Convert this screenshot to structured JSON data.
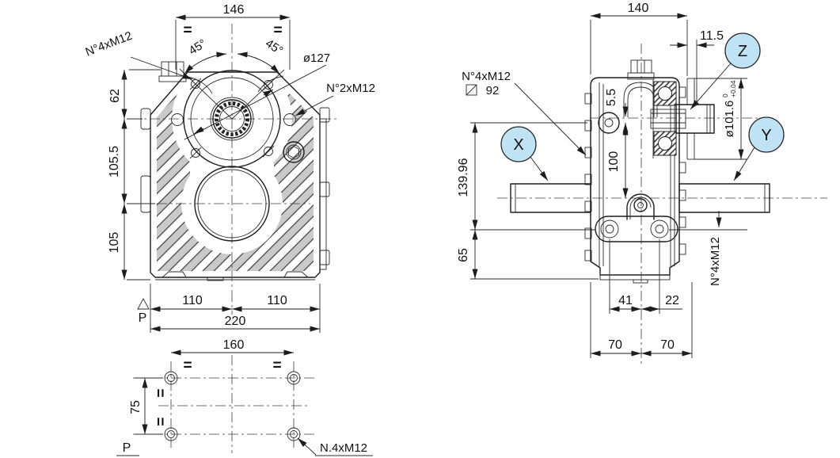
{
  "drawing_title": "gearbox-dimension-drawing",
  "colors": {
    "balloon_fill": "#bfe3f4",
    "line": "#1d1d1d"
  },
  "symmetry_mark": "=",
  "front_view": {
    "dim_width_flange": "146",
    "angle_left": "45°",
    "angle_right": "45°",
    "bolt_circle_dia": "ø127",
    "bolts_flange": "N°4xM12",
    "bolts_side": "N°2xM12",
    "dim_top_to_axis": "62",
    "dim_axis_spacing": "105.5",
    "dim_axis_to_base": "105",
    "dim_base_left": "110",
    "dim_base_right": "110",
    "dim_base_total": "220",
    "datum": "P"
  },
  "bottom_view": {
    "dim_hole_spacing_x": "160",
    "dim_hole_spacing_y": "75",
    "datum": "P",
    "bolts": "N.4xM12"
  },
  "side_view": {
    "dim_width": "140",
    "dim_offset": "11.5",
    "bolts_flange": "N°4xM12",
    "square_size": "92",
    "dim_bore_offset": "5.5",
    "dim_axis_to_shaft": "100",
    "pilot_dia": "ø101.6",
    "tol_upper": "0",
    "tol_lower": "+0.04",
    "dim_shaft_to_hole": "139.96",
    "dim_hole_to_base": "65",
    "bolts_bottom": "N°4xM12",
    "dim_41": "41",
    "dim_22": "22",
    "dim_70_left": "70",
    "dim_70_right": "70"
  },
  "balloons": {
    "x": "X",
    "y": "Y",
    "z": "Z"
  }
}
